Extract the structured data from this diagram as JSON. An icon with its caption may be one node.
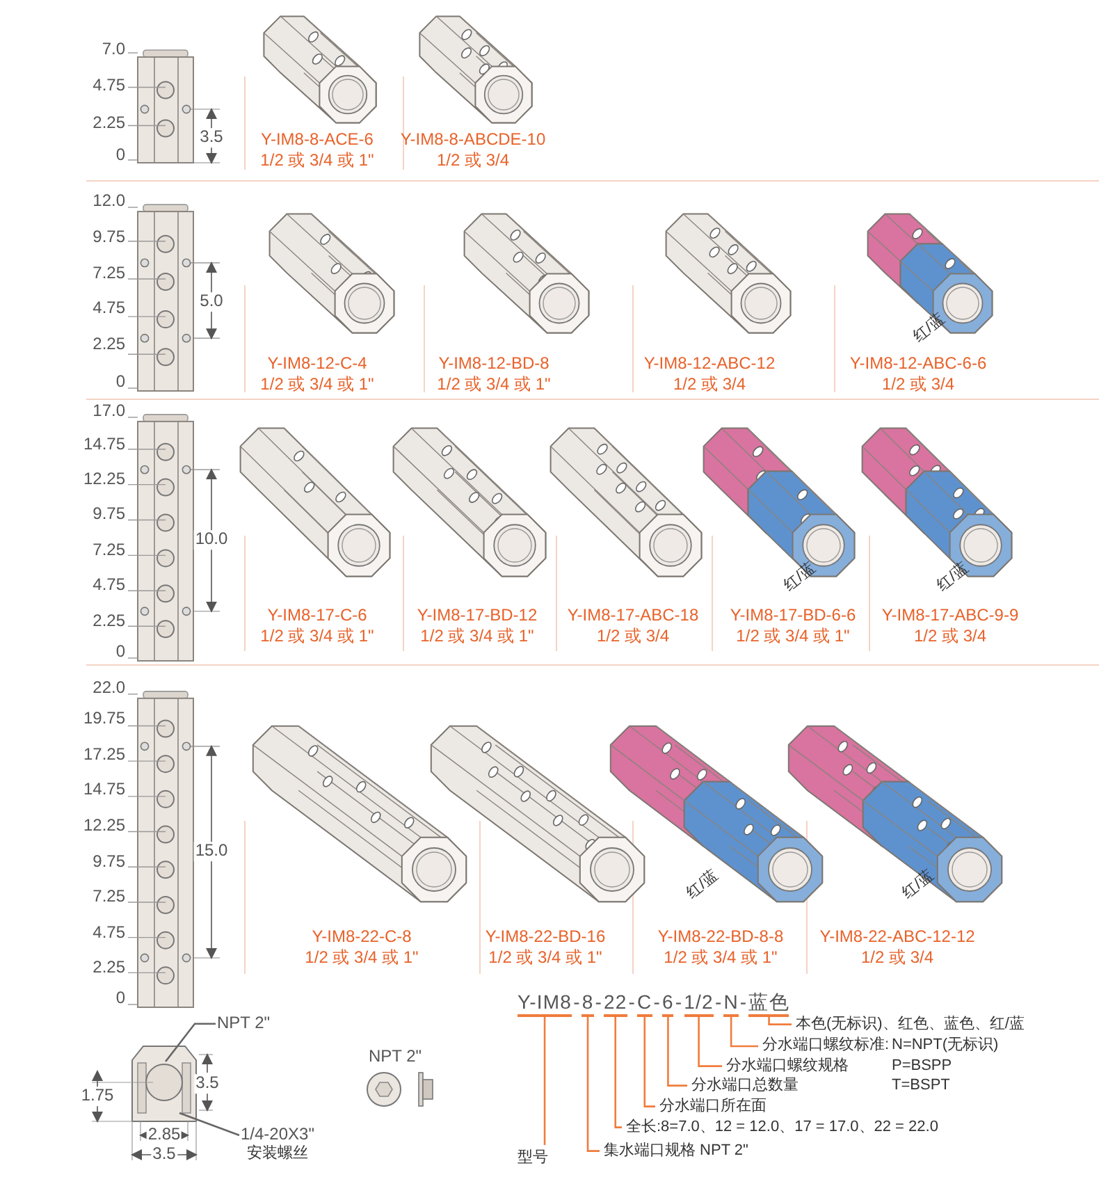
{
  "diagram": {
    "nodes": [
      {
        "text": [
          "NPT 2\""
        ]
      },
      {
        "text": [
          "1/4-20X3\"",
          "安装螺丝"
        ]
      },
      {
        "text": [
          "Y-IM8"
        ]
      },
      {
        "text": [
          "8"
        ]
      },
      {
        "text": [
          "22"
        ]
      },
      {
        "text": [
          "C"
        ]
      },
      {
        "text": [
          "6"
        ]
      },
      {
        "text": [
          "1/2"
        ]
      },
      {
        "text": [
          "N"
        ]
      },
      {
        "text": [
          "蓝色"
        ]
      },
      {
        "text": [
          "型号"
        ]
      },
      {
        "text": [
          "集水端口规格 NPT 2\""
        ]
      },
      {
        "text": [
          "全长:8=7.0、12 = 12.0、17 = 17.0、22 = 22.0"
        ]
      },
      {
        "text": [
          "分水端口所在面"
        ]
      },
      {
        "text": [
          "分水端口总数量"
        ]
      },
      {
        "text": [
          "分水端口螺纹规格"
        ]
      },
      {
        "text": [
          "分水端口螺纹标准:",
          "N=NPT(无标识)",
          "P=BSPP",
          "T=BSPT"
        ]
      },
      {
        "text": [
          "本色(无标识)、红色、蓝色、红/蓝"
        ]
      }
    ],
    "edges": [
      {
        "from": 0,
        "to": null,
        "arrow": "none",
        "color": "#666666"
      },
      {
        "from": 1,
        "to": null,
        "arrow": "none",
        "color": "#666666"
      },
      {
        "from": 2,
        "to": 10,
        "arrow": "none"
      },
      {
        "from": 3,
        "to": 11,
        "arrow": "none"
      },
      {
        "from": 4,
        "to": 12,
        "arrow": "none"
      },
      {
        "from": 5,
        "to": 13,
        "arrow": "none"
      },
      {
        "from": 6,
        "to": 14,
        "arrow": "none"
      },
      {
        "from": 7,
        "to": 15,
        "arrow": "none"
      },
      {
        "from": 8,
        "to": 16,
        "arrow": "none"
      },
      {
        "from": 9,
        "to": 17,
        "arrow": "none"
      }
    ],
    "labels": [
      "7.0",
      "4.75",
      "2.25",
      "0",
      "3.5",
      "Y-IM8-8-ACE-6",
      "1/2 或 3/4 或 1\"",
      "Y-IM8-8-ABCDE-10",
      "1/2 或 3/4",
      "12.0",
      "9.75",
      "7.25",
      "4.75",
      "2.25",
      "0",
      "5.0",
      "Y-IM8-12-C-4",
      "1/2 或 3/4 或 1\"",
      "Y-IM8-12-BD-8",
      "1/2 或 3/4 或 1\"",
      "Y-IM8-12-ABC-12",
      "1/2 或 3/4",
      "红/蓝",
      "Y-IM8-12-ABC-6-6",
      "1/2 或 3/4",
      "17.0",
      "14.75",
      "12.25",
      "9.75",
      "7.25",
      "4.75",
      "2.25",
      "0",
      "10.0",
      "Y-IM8-17-C-6",
      "1/2 或 3/4 或 1\"",
      "Y-IM8-17-BD-12",
      "1/2 或 3/4 或 1\"",
      "Y-IM8-17-ABC-18",
      "1/2 或 3/4",
      "红/蓝",
      "Y-IM8-17-BD-6-6",
      "1/2 或 3/4 或 1\"",
      "红/蓝",
      "Y-IM8-17-ABC-9-9",
      "1/2 或 3/4",
      "22.0",
      "19.75",
      "17.25",
      "14.75",
      "12.25",
      "9.75",
      "7.25",
      "4.75",
      "2.25",
      "0",
      "15.0",
      "Y-IM8-22-C-8",
      "1/2 或 3/4 或 1\"",
      "Y-IM8-22-BD-16",
      "1/2 或 3/4 或 1\"",
      "红/蓝",
      "Y-IM8-22-BD-8-8",
      "1/2 或 3/4 或 1\"",
      "红/蓝",
      "Y-IM8-22-ABC-12-12",
      "1/2 或 3/4",
      "3.5",
      "1.75",
      "2.85",
      "3.5",
      "NPT 2\"",
      "-",
      "-",
      "-",
      "-",
      "-",
      "-",
      "-"
    ]
  }
}
